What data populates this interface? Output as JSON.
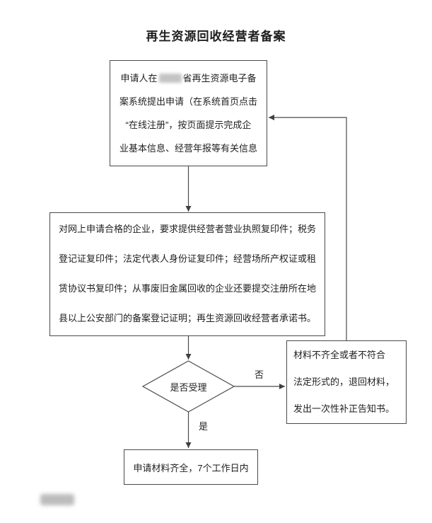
{
  "title": "再生资源回收经营者备案",
  "flow": {
    "box1": {
      "line1_pre": "申请人在",
      "line1_post": "省再生资源电子备",
      "lines": [
        "案系统提出申请（在系统首页点击",
        "“在线注册”，按页面提示完成企",
        "业基本信息、经营年报等有关信息"
      ]
    },
    "box2": {
      "lines": [
        "对网上申请合格的企业，要求提供经营者营业执照复印件；税务",
        "登记证复印件；法定代表人身份证复印件；经营场所产权证或租",
        "赁协议书复印件；从事废旧金属回收的企业还要提交注册所在地",
        "县以上公安部门的备案登记证明；再生资源回收经营者承诺书。"
      ]
    },
    "decision": {
      "label": "是否受理"
    },
    "reject_box": {
      "lines": [
        "材料不齐全或者不符合",
        "法定形式的，退回材料，",
        "发出一次性补正告知书。"
      ]
    },
    "accept_box": {
      "text": "申请材料齐全，7个工作日内"
    },
    "labels": {
      "no": "否",
      "yes": "是"
    }
  },
  "colors": {
    "line": "#4a4a4a",
    "text": "#1f1f1f",
    "redaction": "#c4c4c4"
  }
}
